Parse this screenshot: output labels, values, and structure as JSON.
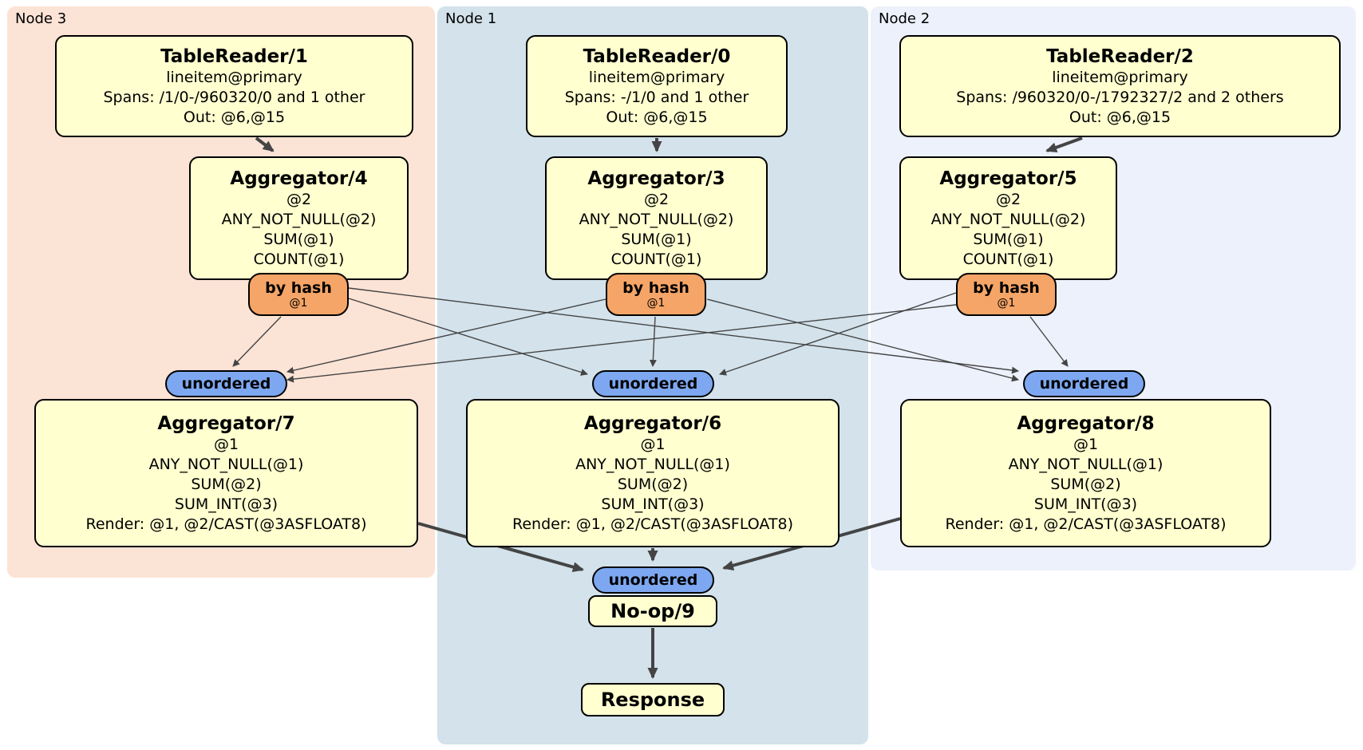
{
  "diagram": {
    "regions": [
      {
        "label": "Node 3"
      },
      {
        "label": "Node 1"
      },
      {
        "label": "Node 2"
      }
    ],
    "processors": {
      "tr1": {
        "title": "TableReader/1",
        "lines": [
          "lineitem@primary",
          "Spans: /1/0-/960320/0 and 1 other",
          "Out: @6,@15"
        ]
      },
      "tr0": {
        "title": "TableReader/0",
        "lines": [
          "lineitem@primary",
          "Spans: -/1/0 and 1 other",
          "Out: @6,@15"
        ]
      },
      "tr2": {
        "title": "TableReader/2",
        "lines": [
          "lineitem@primary",
          "Spans: /960320/0-/1792327/2 and 2 others",
          "Out: @6,@15"
        ]
      },
      "agg4": {
        "title": "Aggregator/4",
        "lines": [
          "@2",
          "ANY_NOT_NULL(@2)",
          "SUM(@1)",
          "COUNT(@1)"
        ]
      },
      "agg3": {
        "title": "Aggregator/3",
        "lines": [
          "@2",
          "ANY_NOT_NULL(@2)",
          "SUM(@1)",
          "COUNT(@1)"
        ]
      },
      "agg5": {
        "title": "Aggregator/5",
        "lines": [
          "@2",
          "ANY_NOT_NULL(@2)",
          "SUM(@1)",
          "COUNT(@1)"
        ]
      },
      "agg7": {
        "title": "Aggregator/7",
        "lines": [
          "@1",
          "ANY_NOT_NULL(@1)",
          "SUM(@2)",
          "SUM_INT(@3)",
          "Render: @1, @2/CAST(@3ASFLOAT8)"
        ]
      },
      "agg6": {
        "title": "Aggregator/6",
        "lines": [
          "@1",
          "ANY_NOT_NULL(@1)",
          "SUM(@2)",
          "SUM_INT(@3)",
          "Render: @1, @2/CAST(@3ASFLOAT8)"
        ]
      },
      "agg8": {
        "title": "Aggregator/8",
        "lines": [
          "@1",
          "ANY_NOT_NULL(@1)",
          "SUM(@2)",
          "SUM_INT(@3)",
          "Render: @1, @2/CAST(@3ASFLOAT8)"
        ]
      },
      "noop": {
        "title": "No-op/9"
      },
      "response": {
        "title": "Response"
      }
    },
    "routers": {
      "by_hash_label": "by hash",
      "by_hash_key": "@1"
    },
    "streams": {
      "unordered_label": "unordered"
    },
    "colors": {
      "node3_bg": "#fbe3d6",
      "node1_bg": "#d3e2eb",
      "node2_bg": "#edf1fb",
      "box_fill": "#ffffd0",
      "box_border": "#000000",
      "hash_router_fill": "#f5a567",
      "unordered_fill": "#7da7f0",
      "edge": "#444444"
    }
  }
}
